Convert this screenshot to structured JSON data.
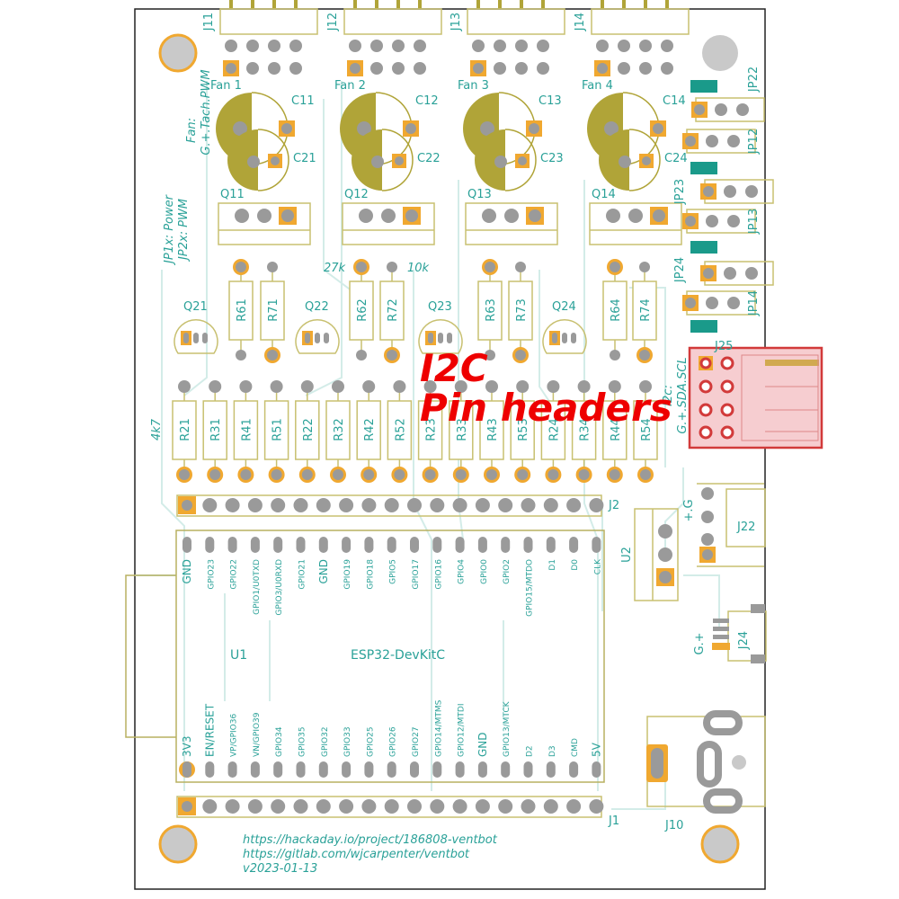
{
  "board": {
    "notes": {
      "fan_caption": [
        "Fan:",
        "G.+.Tach.PWM"
      ],
      "jp_caption": [
        "JP1x: Power",
        "JP2x: PWM"
      ],
      "i2c_caption": [
        "I2c:",
        "G.+.SDA.SCL"
      ],
      "r27k": "27k",
      "r10k": "10k",
      "r4k7": "4k7",
      "pgplus": "+.G",
      "gplus": "G.+"
    },
    "callout": {
      "line1": "I2C",
      "line2": "Pin headers"
    },
    "headers": [
      "J11",
      "J12",
      "J13",
      "J14"
    ],
    "fans": [
      "Fan 1",
      "Fan 2",
      "Fan 3",
      "Fan 4"
    ],
    "caps_top": [
      "C11",
      "C12",
      "C13",
      "C14"
    ],
    "caps_bottom": [
      "C21",
      "C22",
      "C23",
      "C24"
    ],
    "mosfets": [
      "Q11",
      "Q12",
      "Q13",
      "Q14"
    ],
    "transistors": [
      "Q21",
      "Q22",
      "Q23",
      "Q24"
    ],
    "resistors_upper": [
      "R61",
      "R71",
      "R62",
      "R72",
      "R63",
      "R73",
      "R64",
      "R74"
    ],
    "resistors_lower": [
      "R21",
      "R31",
      "R41",
      "R51",
      "R22",
      "R32",
      "R42",
      "R52",
      "R23",
      "R33",
      "R43",
      "R53",
      "R24",
      "R34",
      "R44",
      "R54"
    ],
    "jumpers": [
      "JP22",
      "JP12",
      "JP23",
      "JP13",
      "JP24",
      "JP14"
    ],
    "connectors": {
      "j25": "J25",
      "j2": "J2",
      "j1": "J1",
      "j22": "J22",
      "j24": "J24",
      "j10": "J10",
      "u2": "U2"
    },
    "mcu": {
      "ref": "U1",
      "name": "ESP32-DevKitC",
      "top_pins": [
        "GND",
        "GPIO23",
        "GPIO22",
        "GPIO1/U0TXD",
        "GPIO3/U0RXD",
        "GPIO21",
        "GND",
        "GPIO19",
        "GPIO18",
        "GPIO5",
        "GPIO17",
        "GPIO16",
        "GPIO4",
        "GPIO0",
        "GPIO2",
        "GPIO15/MTDO",
        "D1",
        "D0",
        "CLK"
      ],
      "bottom_pins": [
        "3V3",
        "EN/RESET",
        "VP/GPIO36",
        "VN/GPIO39",
        "GPIO34",
        "GPIO35",
        "GPIO32",
        "GPIO33",
        "GPIO25",
        "GPIO26",
        "GPIO27",
        "GPIO14/MTMS",
        "GPIO12/MTDI",
        "GND",
        "GPIO13/MTCK",
        "D2",
        "D3",
        "CMD",
        "5V"
      ]
    },
    "footer": [
      "https://hackaday.io/project/186808-ventbot",
      "https://gitlab.com/wjcarpenter/ventbot",
      "v2023-01-13"
    ]
  }
}
